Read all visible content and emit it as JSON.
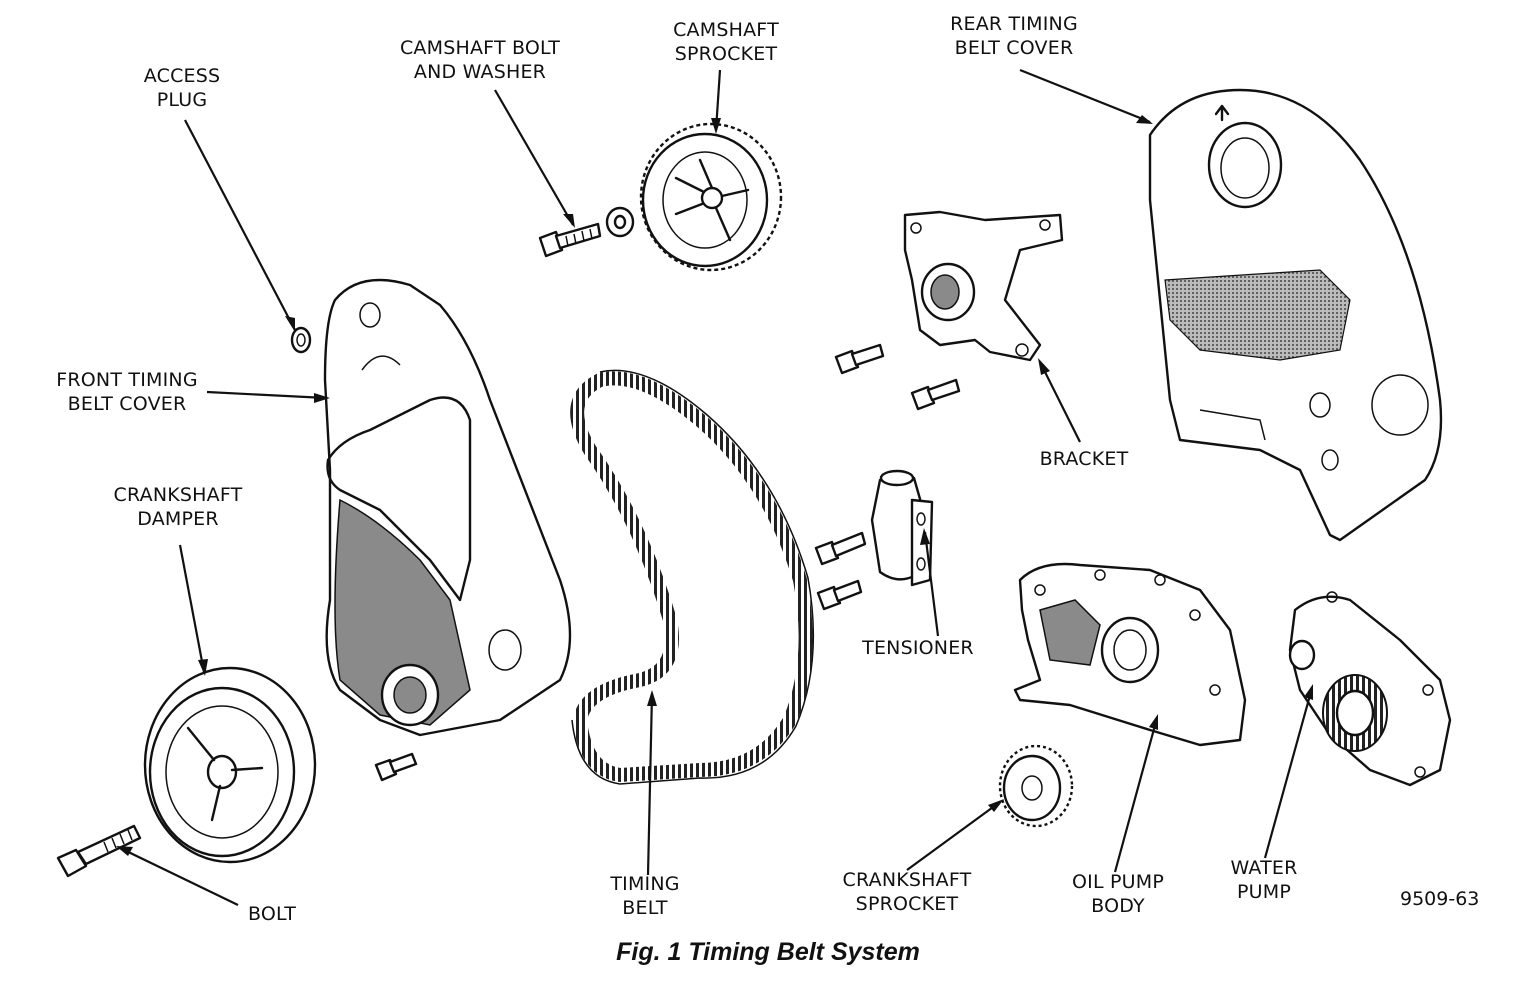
{
  "figure": {
    "caption": "Fig. 1 Timing Belt System",
    "figure_number": "9509-63"
  },
  "labels": {
    "access_plug": [
      "ACCESS",
      "PLUG"
    ],
    "camshaft_bolt": [
      "CAMSHAFT BOLT",
      "AND WASHER"
    ],
    "camshaft_sprocket": [
      "CAMSHAFT",
      "SPROCKET"
    ],
    "rear_cover": [
      "REAR TIMING",
      "BELT COVER"
    ],
    "front_cover": [
      "FRONT TIMING",
      "BELT COVER"
    ],
    "crankshaft_damper": [
      "CRANKSHAFT",
      "DAMPER"
    ],
    "bracket": [
      "BRACKET"
    ],
    "tensioner": [
      "TENSIONER"
    ],
    "bolt": [
      "BOLT"
    ],
    "timing_belt": [
      "TIMING",
      "BELT"
    ],
    "crankshaft_sprocket": [
      "CRANKSHAFT",
      "SPROCKET"
    ],
    "oil_pump_body": [
      "OIL PUMP",
      "BODY"
    ],
    "water_pump": [
      "WATER",
      "PUMP"
    ]
  }
}
